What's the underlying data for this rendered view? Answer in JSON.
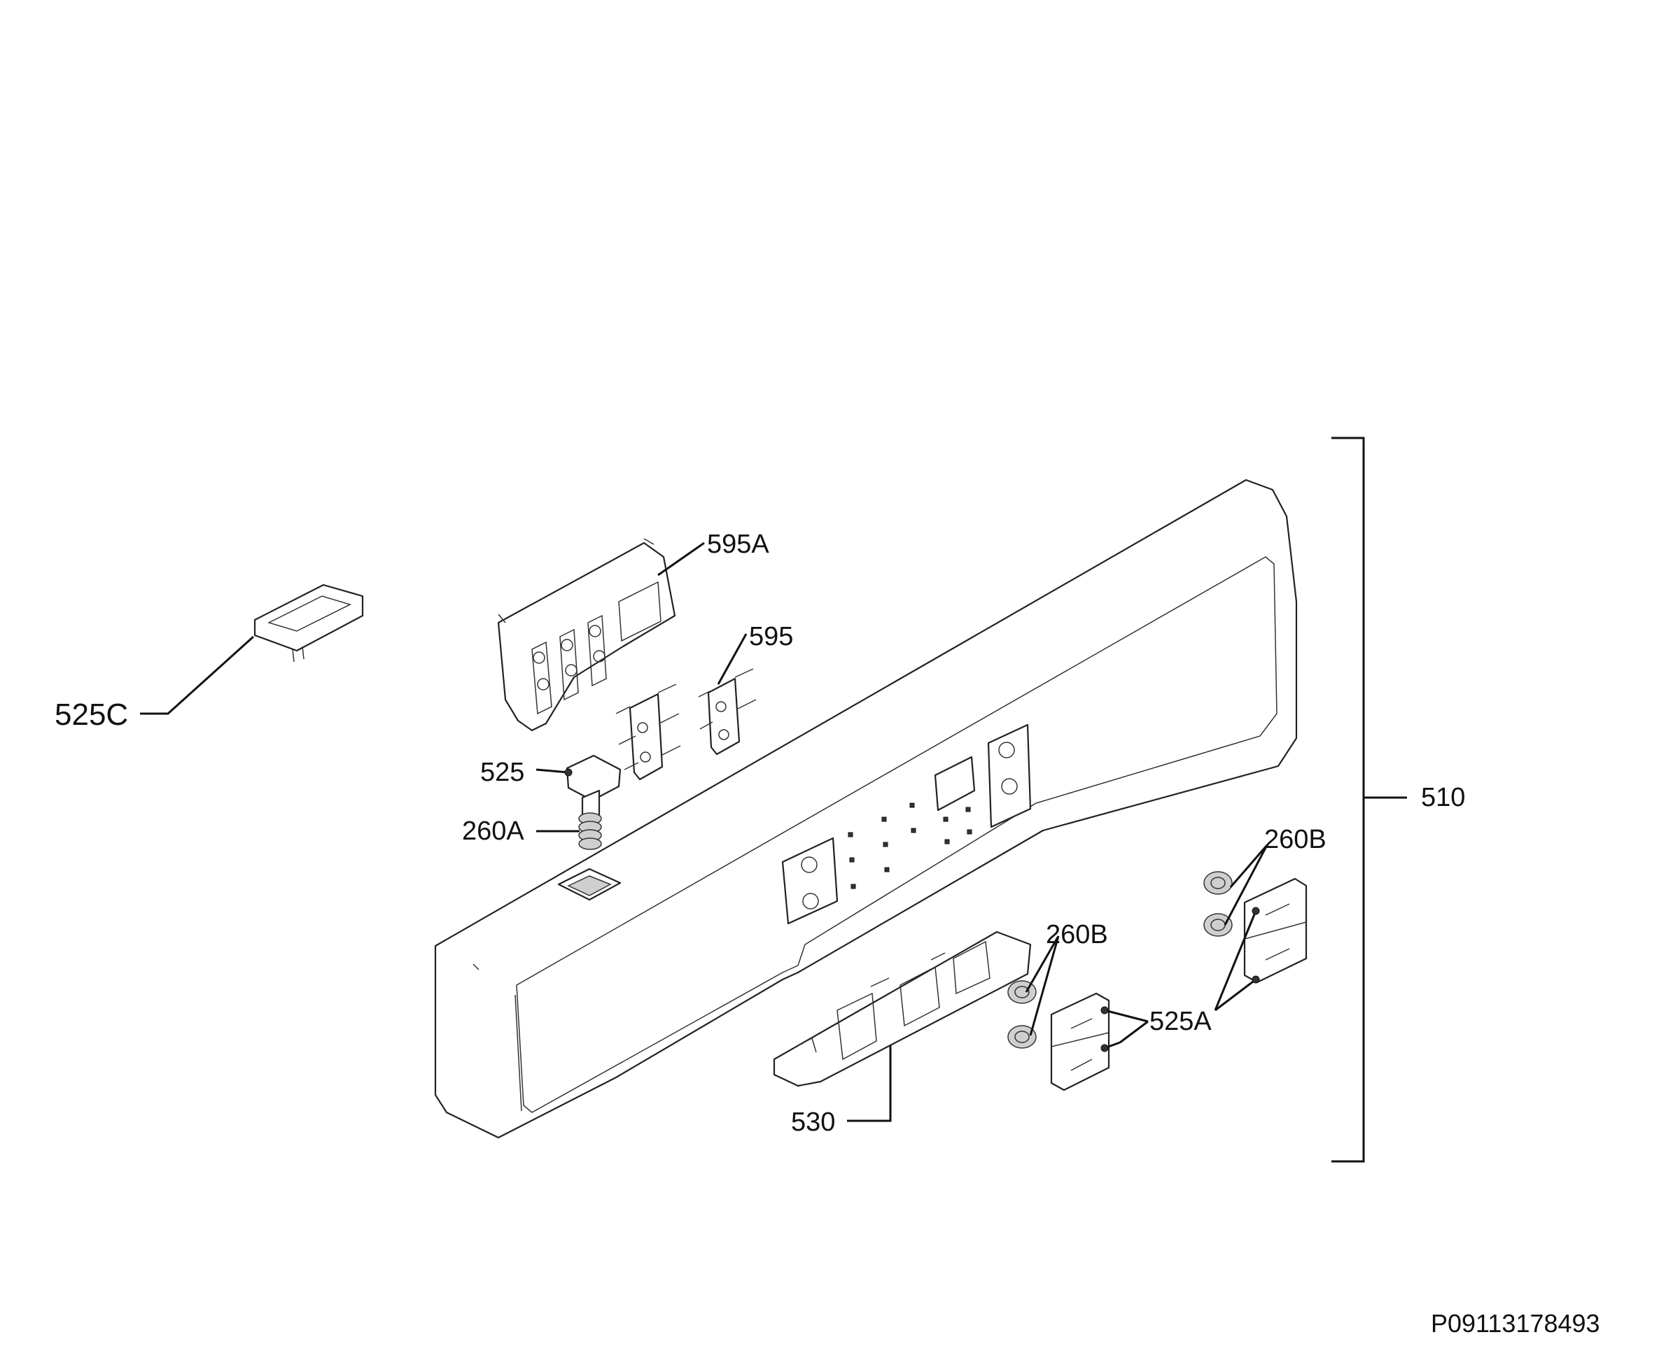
{
  "callouts": [
    {
      "id": "525C",
      "label": "525C"
    },
    {
      "id": "595A",
      "label": "595A"
    },
    {
      "id": "595",
      "label": "595"
    },
    {
      "id": "525",
      "label": "525"
    },
    {
      "id": "260A",
      "label": "260A"
    },
    {
      "id": "510",
      "label": "510"
    },
    {
      "id": "260B_right",
      "label": "260B"
    },
    {
      "id": "260B_mid",
      "label": "260B"
    },
    {
      "id": "525A",
      "label": "525A"
    },
    {
      "id": "530",
      "label": "530"
    }
  ],
  "drawing_code": "P09113178493"
}
